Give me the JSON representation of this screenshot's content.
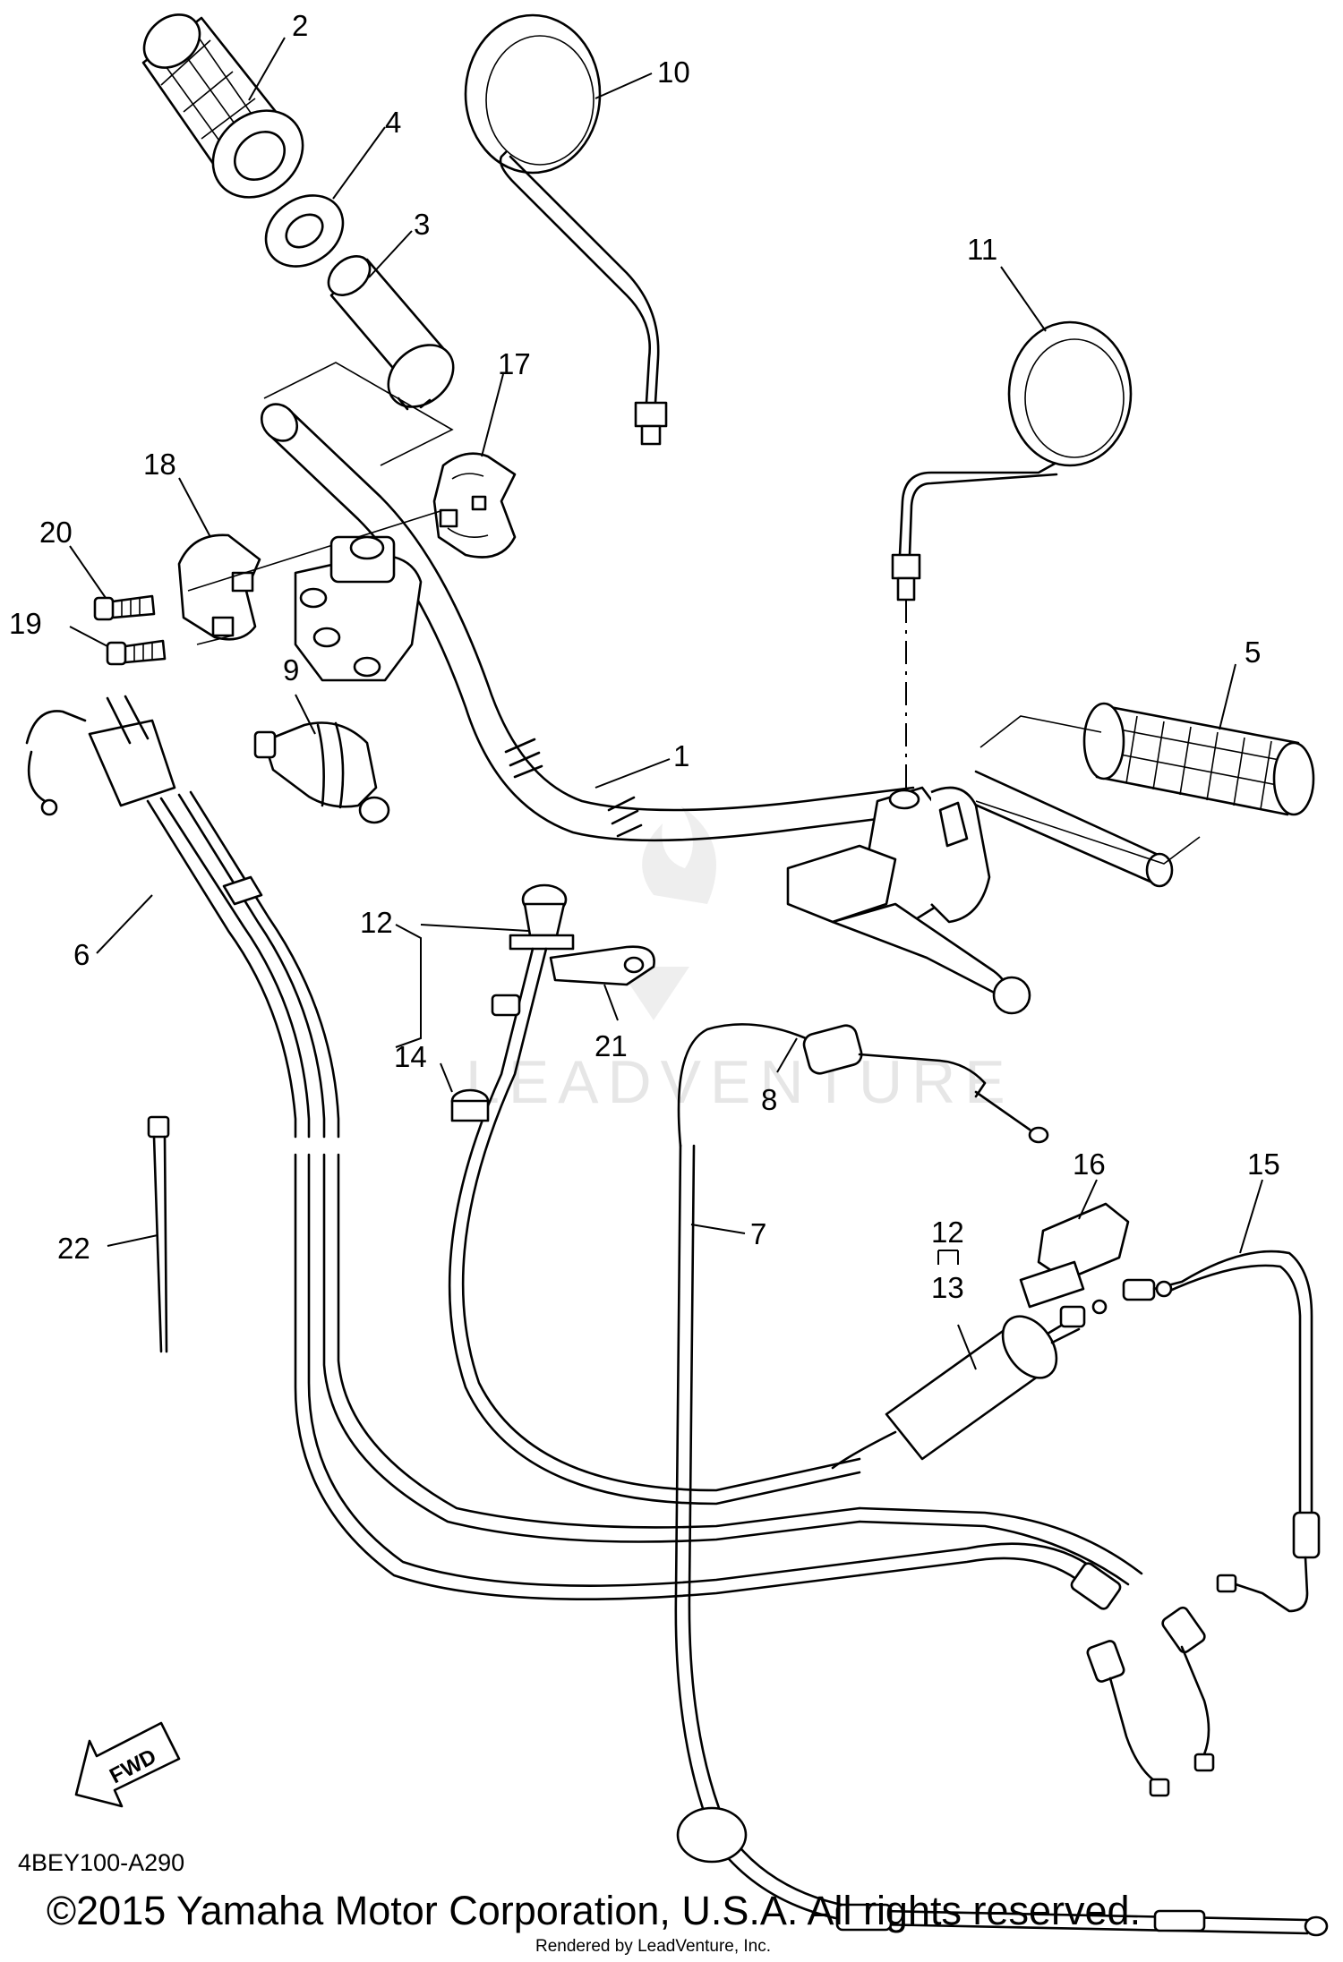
{
  "diagram": {
    "callouts": [
      {
        "id": "c2",
        "text": "2"
      },
      {
        "id": "c4",
        "text": "4"
      },
      {
        "id": "c3",
        "text": "3"
      },
      {
        "id": "c10",
        "text": "10"
      },
      {
        "id": "c11",
        "text": "11"
      },
      {
        "id": "c17",
        "text": "17"
      },
      {
        "id": "c18",
        "text": "18"
      },
      {
        "id": "c20",
        "text": "20"
      },
      {
        "id": "c19",
        "text": "19"
      },
      {
        "id": "c9",
        "text": "9"
      },
      {
        "id": "c5",
        "text": "5"
      },
      {
        "id": "c1",
        "text": "1"
      },
      {
        "id": "c6",
        "text": "6"
      },
      {
        "id": "c12a",
        "text": "12"
      },
      {
        "id": "c14",
        "text": "14"
      },
      {
        "id": "c21",
        "text": "21"
      },
      {
        "id": "c8",
        "text": "8"
      },
      {
        "id": "c16",
        "text": "16"
      },
      {
        "id": "c15",
        "text": "15"
      },
      {
        "id": "c12b",
        "text": "12"
      },
      {
        "id": "c13",
        "text": "13"
      },
      {
        "id": "c7",
        "text": "7"
      },
      {
        "id": "c22",
        "text": "22"
      }
    ],
    "fwd_label": "FWD",
    "watermark": "LEADVENTURE",
    "catalog_code": "4BEY100-A290",
    "copyright": "©2015 Yamaha Motor Corporation, U.S.A. All rights reserved.",
    "rendered_by": "Rendered by LeadVenture, Inc."
  }
}
